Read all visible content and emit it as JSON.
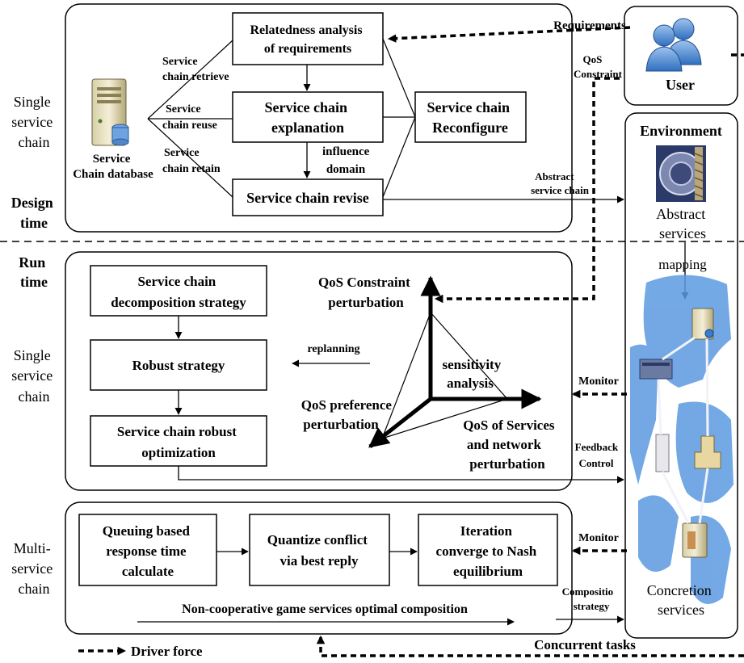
{
  "left_labels": {
    "design_single": [
      "Single",
      "service",
      "chain"
    ],
    "design_time": [
      "Design",
      "time"
    ],
    "run_time": [
      "Run",
      "time"
    ],
    "run_single": [
      "Single",
      "service",
      "chain"
    ],
    "multi": [
      "Multi-",
      "service",
      "chain"
    ]
  },
  "design": {
    "relatedness": [
      "Relatedness analysis",
      "of requirements"
    ],
    "explanation": [
      "Service chain",
      "explanation"
    ],
    "revise": "Service chain revise",
    "reconfigure": [
      "Service chain",
      "Reconfigure"
    ],
    "database": [
      "Service",
      "Chain database"
    ],
    "retrieve": [
      "Service",
      "chain retrieve"
    ],
    "reuse": [
      "Service",
      "chain reuse"
    ],
    "retain": [
      "Service",
      "chain retain"
    ],
    "influence": [
      "influence",
      "domain"
    ]
  },
  "runtime": {
    "decomposition": [
      "Service chain",
      "decomposition strategy"
    ],
    "robust": "Robust strategy",
    "optimization": [
      "Service chain robust",
      "optimization"
    ],
    "replanning": "replanning",
    "qos_constraint": [
      "QoS Constraint",
      "perturbation"
    ],
    "sensitivity": [
      "sensitivity",
      "analysis"
    ],
    "qos_preference": [
      "QoS preference",
      "perturbation"
    ],
    "qos_services": [
      "QoS of  Services",
      "and network",
      "perturbation"
    ]
  },
  "multi": {
    "queuing": [
      "Queuing based",
      "response time",
      "calculate"
    ],
    "quantize": [
      "Quantize conflict",
      "via best reply"
    ],
    "iteration": [
      "Iteration",
      "converge to Nash",
      "equilibrium"
    ],
    "noncoop": "Non-cooperative game services optimal composition"
  },
  "right": {
    "user": "User",
    "environment": "Environment",
    "abstract_services": [
      "Abstract",
      "services"
    ],
    "mapping": "mapping",
    "concretion": [
      "Concretion",
      "services"
    ]
  },
  "links": {
    "requirements": "Requirements",
    "qos_constraint": [
      "QoS",
      "Constraint"
    ],
    "abstract_chain": [
      "Abstract",
      "service chain"
    ],
    "monitor1": "Monitor",
    "feedback": [
      "Feedback",
      "Control"
    ],
    "monitor2": "Monitor",
    "composition": [
      "Compositio",
      "strategy"
    ],
    "concurrent": "Concurrent tasks",
    "driver": "Driver force"
  }
}
